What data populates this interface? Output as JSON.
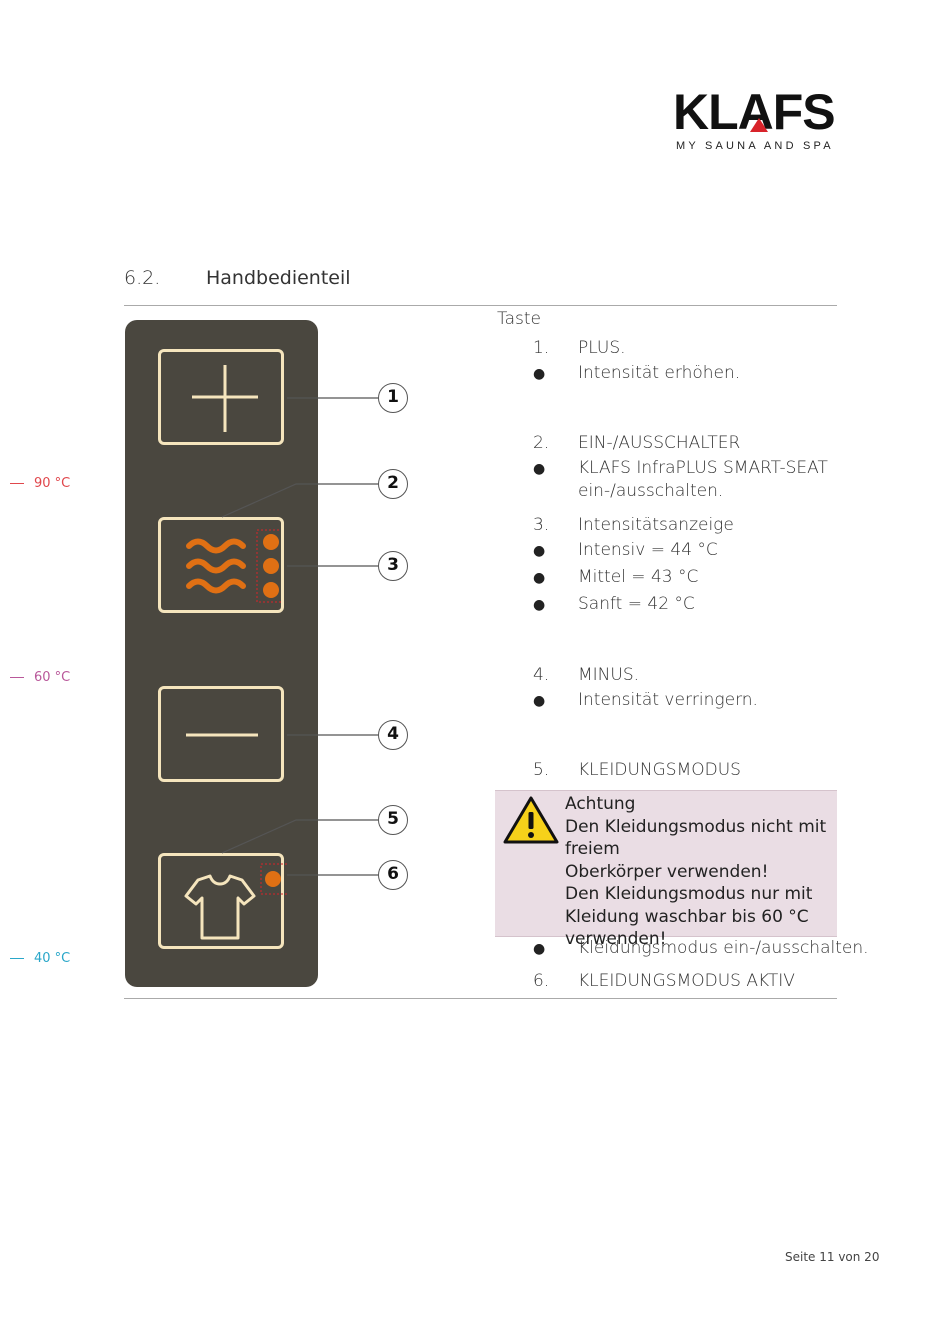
{
  "brand": {
    "name": "KLAFS",
    "tagline": "MY SAUNA AND SPA"
  },
  "section": {
    "number": "6.2.",
    "title": "Handbedienteil"
  },
  "temp_markers": [
    {
      "label": "90 °C",
      "color": "#e0474c"
    },
    {
      "label": "60 °C",
      "color": "#b9589a"
    },
    {
      "label": "40 °C",
      "color": "#2aa7c9"
    }
  ],
  "callouts": [
    "1",
    "2",
    "3",
    "4",
    "5",
    "6"
  ],
  "column_header": "Taste",
  "items": [
    {
      "num": "1.",
      "title": "PLUS.",
      "bullets": [
        "Intensität erhöhen."
      ]
    },
    {
      "num": "2.",
      "title": "EIN-/AUSSCHALTER",
      "bullets": [
        "KLAFS InfraPLUS SMART-SEAT",
        "ein-/ausschalten."
      ]
    },
    {
      "num": "3.",
      "title": "Intensitätsanzeige",
      "bullets": [
        "Intensiv = 44 °C",
        "Mittel = 43 °C",
        "Sanft = 42 °C"
      ]
    },
    {
      "num": "4.",
      "title": "MINUS.",
      "bullets": [
        "Intensität verringern."
      ]
    },
    {
      "num": "5.",
      "title": "KLEIDUNGSMODUS",
      "bullets": [
        "Kleidungsmodus ein-/ausschalten."
      ]
    },
    {
      "num": "6.",
      "title": "KLEIDUNGSMODUS AKTIV"
    }
  ],
  "bullet_glyph": "●",
  "warning": {
    "title": "Achtung",
    "lines": [
      "Den Kleidungsmodus nicht mit freiem",
      "Oberkörper verwenden!",
      "Den Kleidungsmodus nur mit",
      "Kleidung waschbar bis 60 °C",
      "verwenden!"
    ]
  },
  "footer": "Seite 11 von 20",
  "colors": {
    "panel": "#4a473f",
    "key_outline": "#f5e5bd",
    "indicator": "#e07014",
    "warning_bg": "#eadde4",
    "logo_accent": "#d8232a"
  }
}
